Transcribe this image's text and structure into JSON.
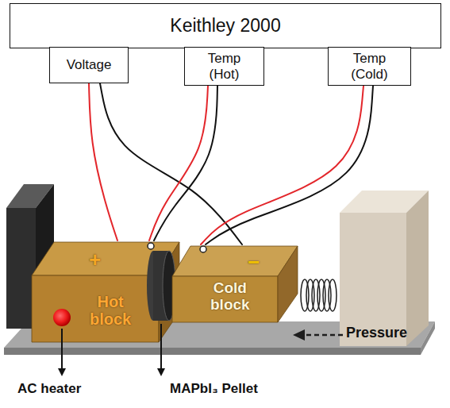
{
  "diagram": {
    "nodes": [
      {
        "text": [
          "Keithley 2000"
        ]
      },
      {
        "text": [
          "Voltage"
        ]
      },
      {
        "text": [
          "Temp (Hot)"
        ]
      },
      {
        "text": [
          "Temp (Cold)"
        ]
      },
      {
        "text": [
          "+",
          "Hot block"
        ]
      },
      {
        "text": [
          "−",
          "Cold block"
        ]
      }
    ],
    "edges": [
      {
        "from": 1,
        "to": 4,
        "arrow": "none"
      },
      {
        "from": 1,
        "to": 5,
        "arrow": "none"
      },
      {
        "from": 2,
        "to": 4,
        "arrow": "none"
      },
      {
        "from": 2,
        "to": 4,
        "arrow": "none"
      },
      {
        "from": 3,
        "to": 5,
        "arrow": "none"
      },
      {
        "from": 3,
        "to": 5,
        "arrow": "none"
      }
    ],
    "labels": [
      "AC heater",
      "MAPbI₃ Pellet",
      "Pressure"
    ]
  }
}
